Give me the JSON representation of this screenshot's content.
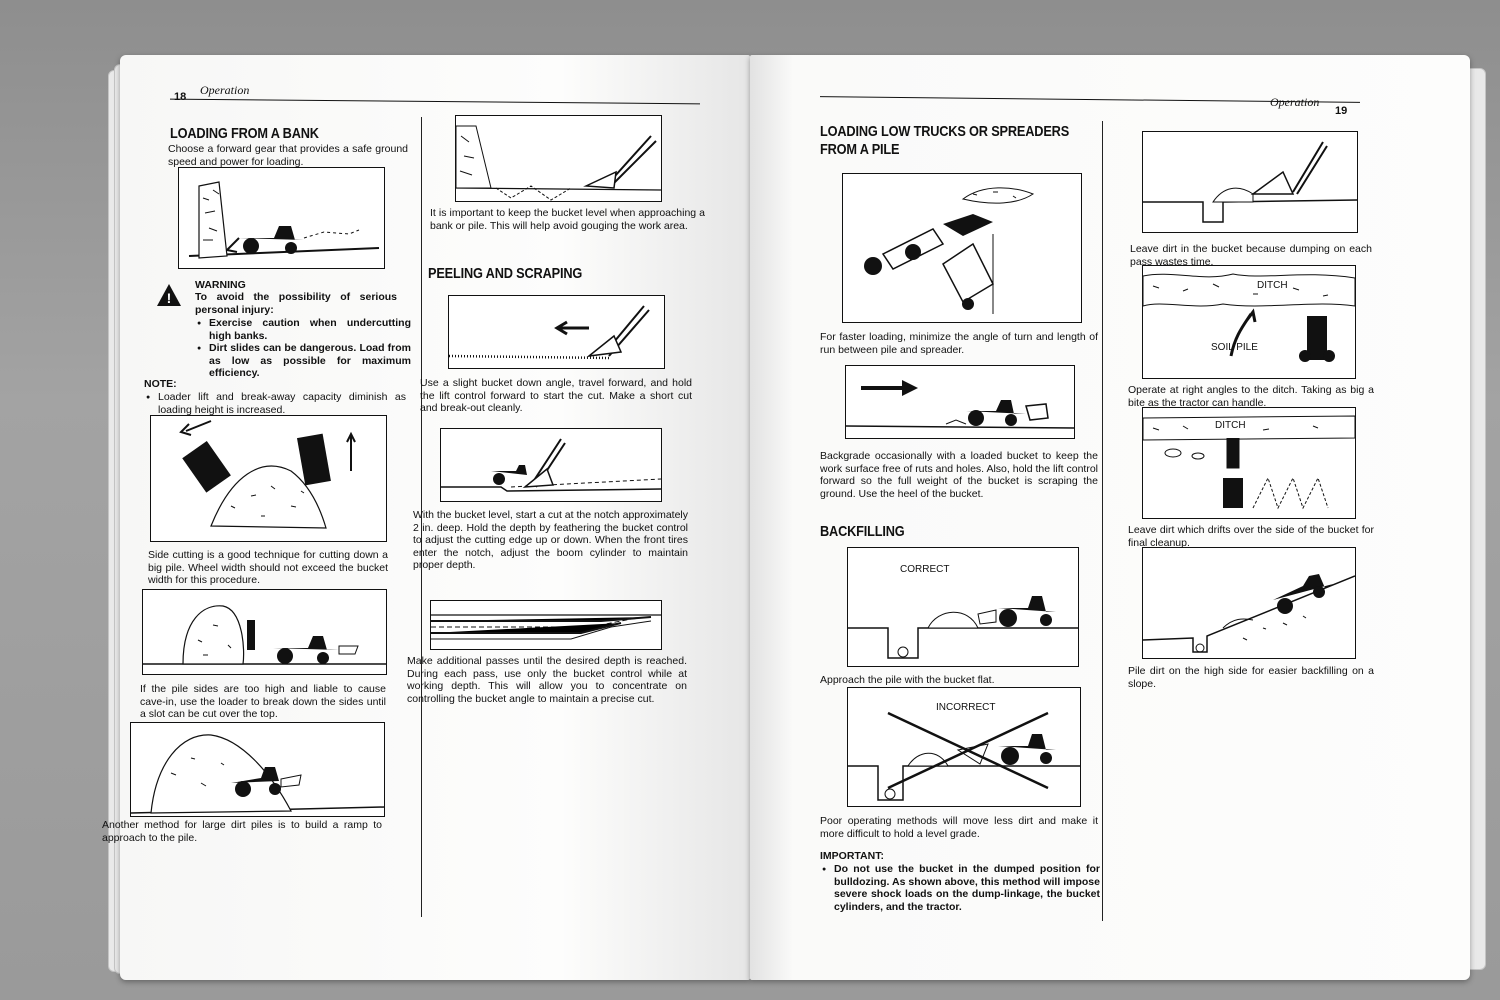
{
  "left_page": {
    "page_number": "18",
    "running_head": "Operation",
    "col1": {
      "loading_bank_title": "LOADING FROM A BANK",
      "loading_bank_text": "Choose a forward gear that provides a safe ground speed and power for loading.",
      "warning_title": "WARNING",
      "warning_intro": "To avoid the possibility of serious personal injury:",
      "warning_items": [
        "Exercise caution when undercutting high banks.",
        "Dirt slides can be dangerous. Load from as low as possible for maximum efficiency."
      ],
      "note_title": "NOTE:",
      "note_item": "Loader lift and break-away capacity diminish as loading height is increased.",
      "side_cut_caption": "Side cutting is a good technique for cutting down a big pile. Wheel width should not exceed the bucket width for this procedure.",
      "cave_in_caption": "If the pile sides are too high and liable to cause cave-in, use the loader to break down the sides until a slot can be cut over the top.",
      "ramp_caption": "Another method for large dirt piles is to build a ramp to approach to the pile."
    },
    "col2": {
      "level_caption": "It is important to keep the bucket level when approaching a bank or pile. This will help avoid gouging the work area.",
      "peeling_title": "PEELING AND SCRAPING",
      "peel_caption": "Use a slight bucket down angle, travel forward, and hold the lift control forward to start the cut. Make a short cut and break-out cleanly.",
      "notch_caption": "With the bucket level, start a cut at the notch approximately 2 in. deep. Hold the depth by feathering the bucket control to adjust the cutting edge up or down. When the front tires enter the notch, adjust the boom cylinder to maintain proper depth.",
      "passes_caption": "Make additional passes until the desired depth is reached. During each pass, use only the bucket control while at working depth. This will allow you to concentrate on controlling the bucket angle to maintain a precise cut."
    }
  },
  "right_page": {
    "page_number": "19",
    "running_head": "Operation",
    "col1": {
      "low_trucks_title_1": "LOADING LOW TRUCKS OR SPREADERS",
      "low_trucks_title_2": "FROM A PILE",
      "faster_caption": "For faster loading, minimize the angle of turn and length of run between pile and spreader.",
      "backgrade_caption": "Backgrade occasionally with a loaded bucket to keep the work surface free of ruts and holes. Also, hold the lift control forward so the full weight of the bucket is scraping the ground. Use the heel of the bucket.",
      "backfilling_title": "BACKFILLING",
      "correct_label": "CORRECT",
      "approach_caption": "Approach the pile with the bucket flat.",
      "incorrect_label": "INCORRECT",
      "poor_caption": "Poor operating methods will move less dirt and make it more difficult to hold a level grade.",
      "important_title": "IMPORTANT:",
      "important_item": "Do not use the bucket in the dumped position for bulldozing. As shown above, this method will impose severe shock loads on the dump-linkage, the bucket cylinders, and the tractor."
    },
    "col2": {
      "leave_dirt_caption": "Leave dirt in the bucket because dumping on each pass wastes time.",
      "ditch_label_1": "DITCH",
      "soil_pile_label": "SOIL PILE",
      "right_angles_caption": "Operate at right angles to the ditch. Taking as big a bite as the tractor can handle.",
      "ditch_label_2": "DITCH",
      "drift_caption": "Leave dirt which drifts over the side of the bucket for final cleanup.",
      "high_side_caption": "Pile dirt on the high side for easier backfilling on a slope."
    }
  }
}
